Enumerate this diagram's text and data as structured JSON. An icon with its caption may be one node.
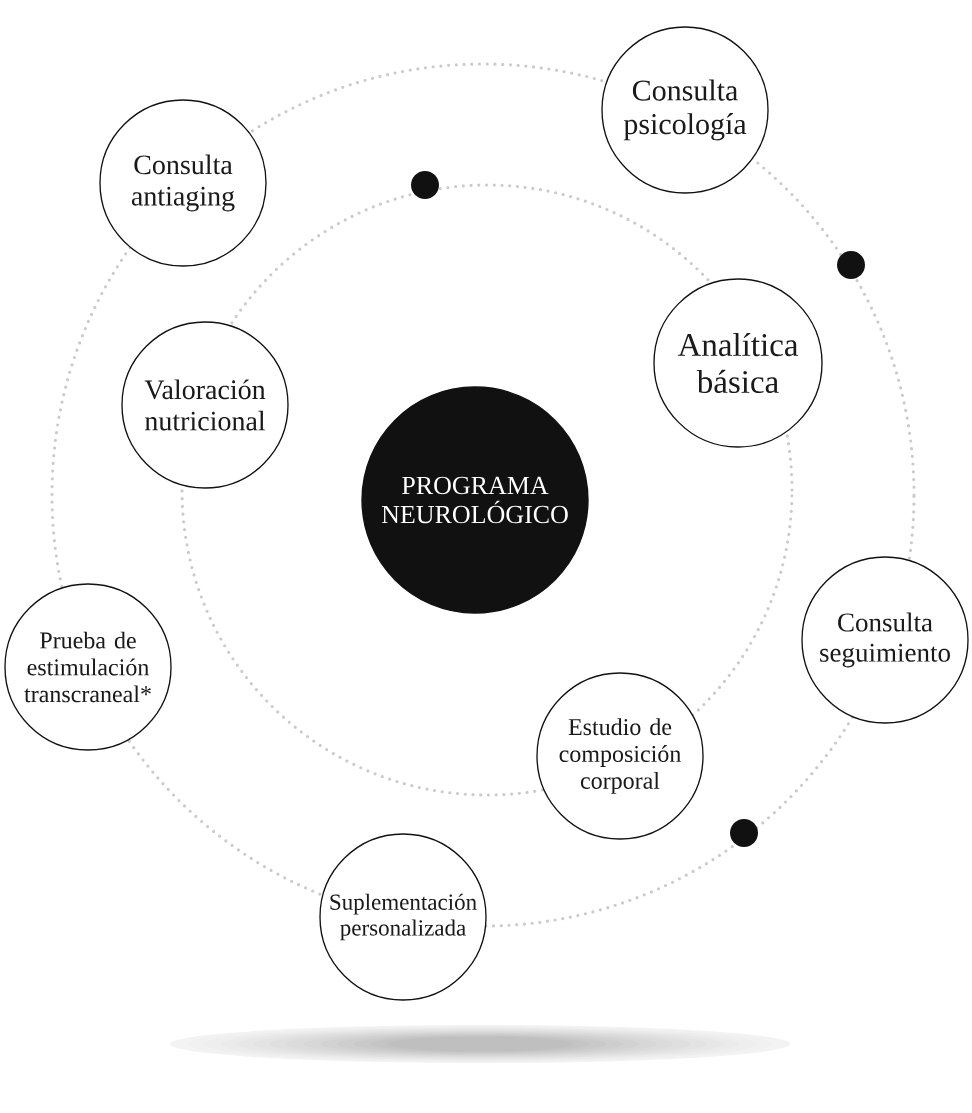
{
  "diagram": {
    "nodes": [
      {
        "text": [
          "PROGRAMA NEUROLÓGICO"
        ]
      },
      {
        "text": [
          "Consulta psicología"
        ]
      },
      {
        "text": [
          "Consulta antiaging"
        ]
      },
      {
        "text": [],
        "shape": "circle"
      },
      {
        "text": [],
        "shape": "circle"
      },
      {
        "text": [
          "Analítica básica"
        ]
      },
      {
        "text": [
          "Valoración nutricional"
        ]
      },
      {
        "text": [
          "Consulta seguimiento"
        ]
      },
      {
        "text": [
          "Prueba de estimulación transcraneal*"
        ]
      },
      {
        "text": [
          "Estudio de composición corporal"
        ]
      },
      {
        "text": [],
        "shape": "circle"
      },
      {
        "text": [
          "Suplementación personalizada"
        ]
      }
    ]
  }
}
